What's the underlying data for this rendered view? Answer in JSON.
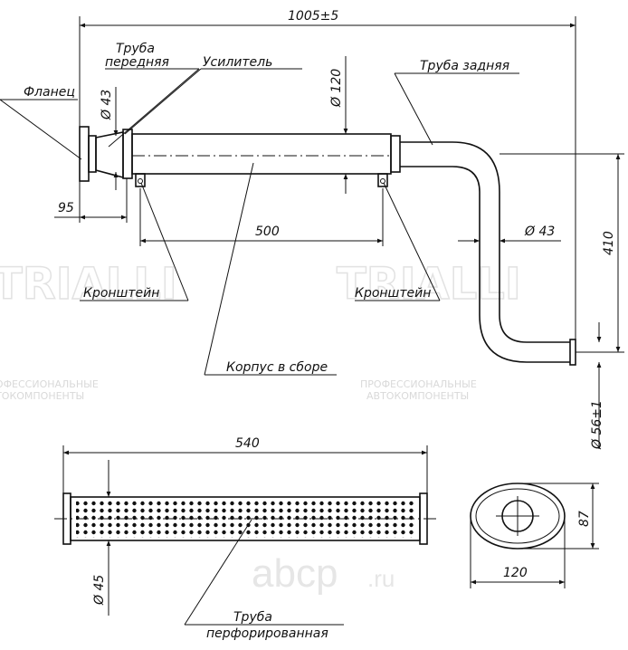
{
  "dimensions": {
    "total_length": "1005±5",
    "body_diameter": "Ø 120",
    "front_pipe_diameter": "Ø 43",
    "rear_pipe_diameter": "Ø 43",
    "flange_offset": "95",
    "bracket_spacing": "500",
    "height": "410",
    "outlet_diameter": "Ø 56±1",
    "perforated_length": "540",
    "perforated_diameter": "Ø 45",
    "section_width": "120",
    "section_height": "87"
  },
  "labels": {
    "front_pipe_line1": "Труба",
    "front_pipe_line2": "передняя",
    "reinforcement": "Усилитель",
    "flange": "Фланец",
    "rear_pipe": "Труба задняя",
    "bracket_left": "Кронштейн",
    "bracket_right": "Кронштейн",
    "body_assembly": "Корпус в сборе",
    "perforated_pipe_line1": "Труба",
    "perforated_pipe_line2": "перфорированная"
  },
  "watermarks": {
    "brand": "TRIALLI",
    "tagline_line1": "ПРОФЕССИОНАЛЬНЫЕ",
    "tagline_line2": "АВТОКОМПОНЕНТЫ",
    "site": "abcp",
    "site_tld": ".ru"
  }
}
